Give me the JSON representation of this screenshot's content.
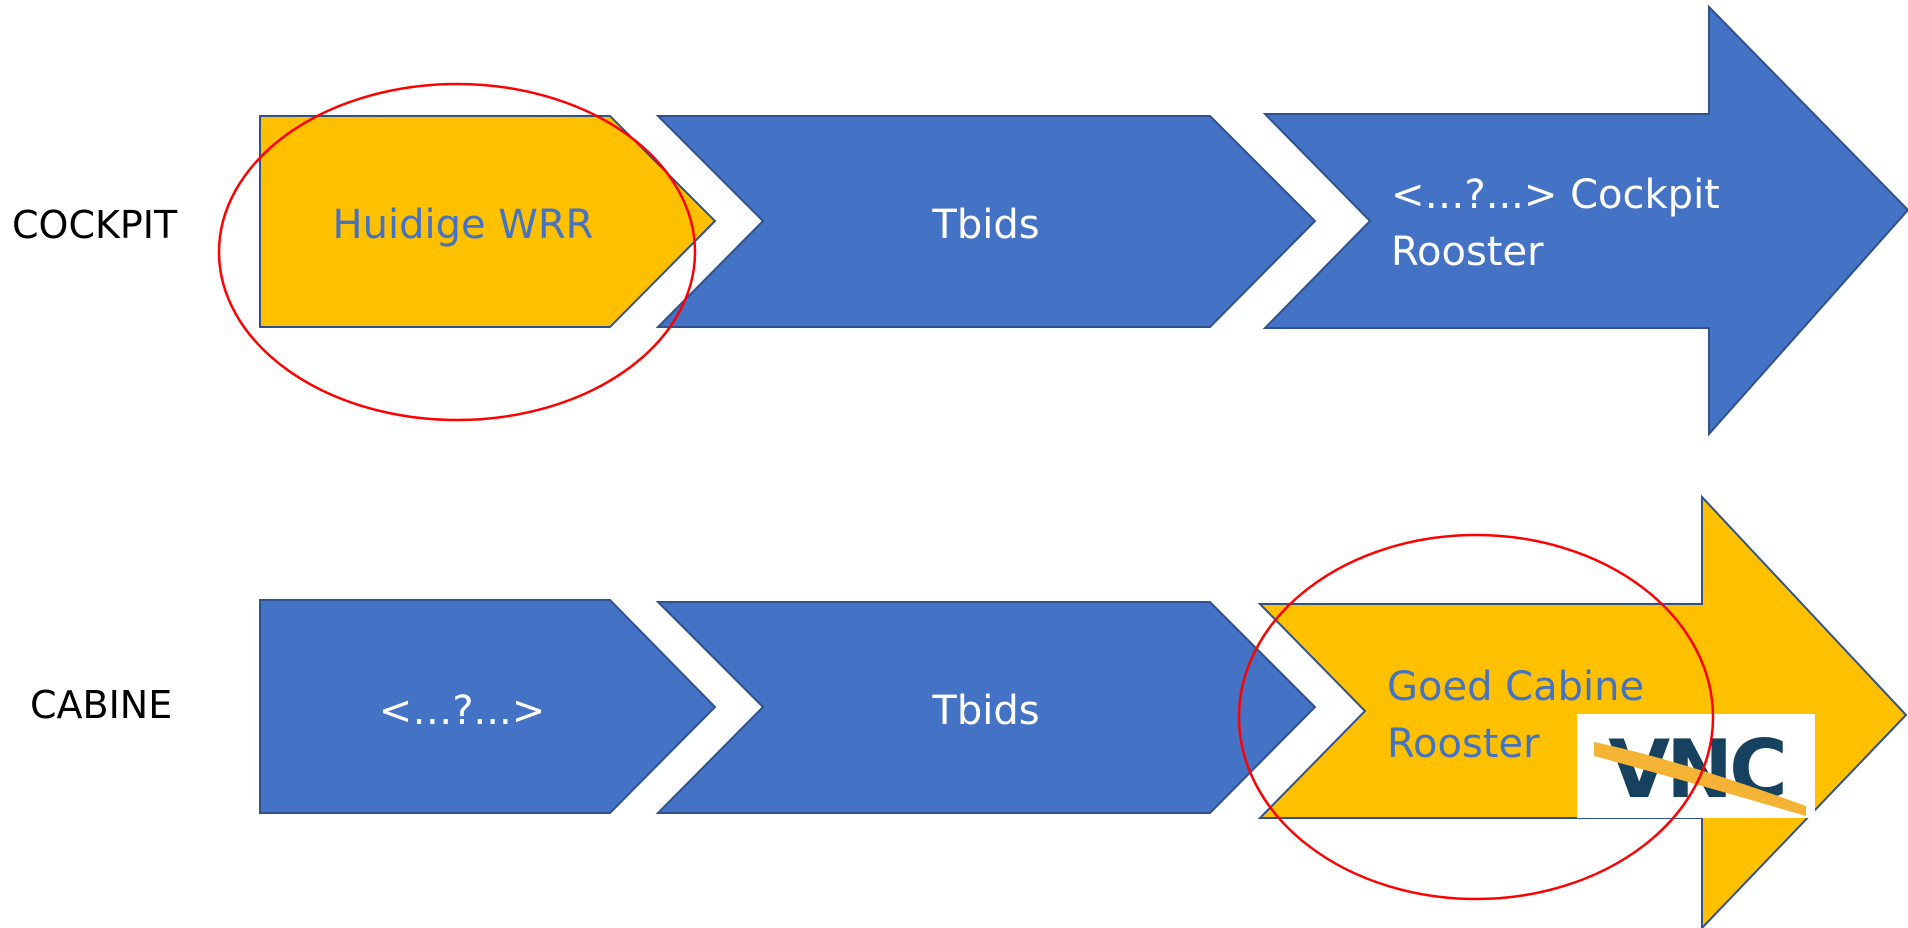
{
  "rows": [
    {
      "label": "COCKPIT",
      "steps": [
        {
          "lines": [
            "Huidige WRR"
          ],
          "color": "gold",
          "text_color": "blue",
          "highlighted": true
        },
        {
          "lines": [
            "Tbids"
          ],
          "color": "blue",
          "text_color": "white",
          "highlighted": false
        },
        {
          "lines": [
            "<…?...> Cockpit",
            "Rooster"
          ],
          "color": "blue",
          "text_color": "white",
          "highlighted": false
        }
      ]
    },
    {
      "label": "CABINE",
      "steps": [
        {
          "lines": [
            "<…?...>"
          ],
          "color": "blue",
          "text_color": "white",
          "highlighted": false
        },
        {
          "lines": [
            "Tbids"
          ],
          "color": "blue",
          "text_color": "white",
          "highlighted": false
        },
        {
          "lines": [
            "Goed Cabine",
            "Rooster"
          ],
          "color": "gold",
          "text_color": "blue",
          "highlighted": true
        }
      ]
    }
  ],
  "logo": {
    "text": "VNC"
  },
  "colors": {
    "blue": "#4472c4",
    "gold": "#ffc000",
    "outline": "#2f528f",
    "highlight": "#ff0000"
  }
}
